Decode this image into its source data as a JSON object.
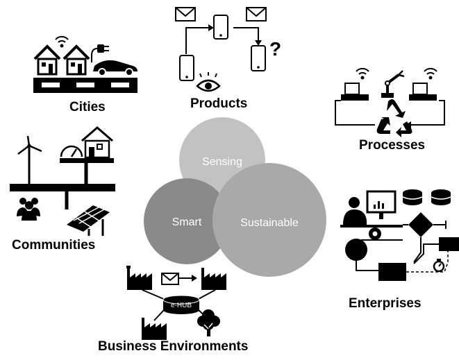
{
  "hub": {
    "sensing": "Sensing",
    "smart": "Smart",
    "sustainable": "Sustainable"
  },
  "domains": {
    "cities": "Cities",
    "products": "Products",
    "processes": "Processes",
    "communities": "Communities",
    "enterprises": "Enterprises",
    "business": "Business Environments"
  },
  "ehub": "e-HUB",
  "question_mark": "?",
  "colors": {
    "sensing": "#c2c2c2",
    "smart": "#8a8a8a",
    "sustainable": "#a9a9a9",
    "ink": "#000000"
  }
}
